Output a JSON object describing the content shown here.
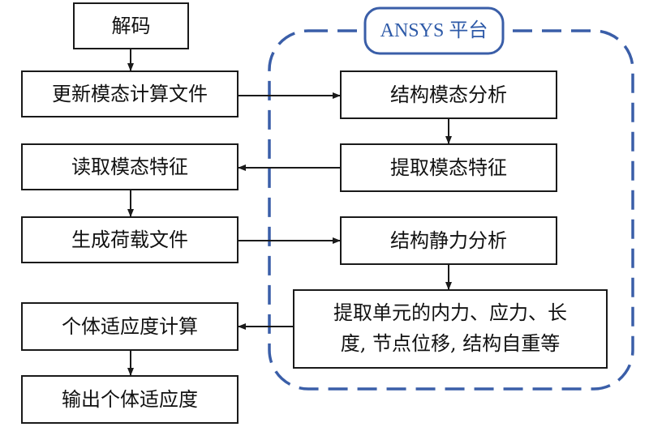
{
  "platform": {
    "label": "ANSYS 平台",
    "color": "#3a5ea8"
  },
  "left": {
    "decode": "解码",
    "update": "更新模态计算文件",
    "read": "读取模态特征",
    "generate": "生成荷载文件",
    "fitness": "个体适应度计算",
    "output": "输出个体适应度"
  },
  "right": {
    "modal": "结构模态分析",
    "extract_modal": "提取模态特征",
    "static": "结构静力分析",
    "extract_line1": "提取单元的内力、应力、长",
    "extract_line2": "度, 节点位移, 结构自重等"
  }
}
